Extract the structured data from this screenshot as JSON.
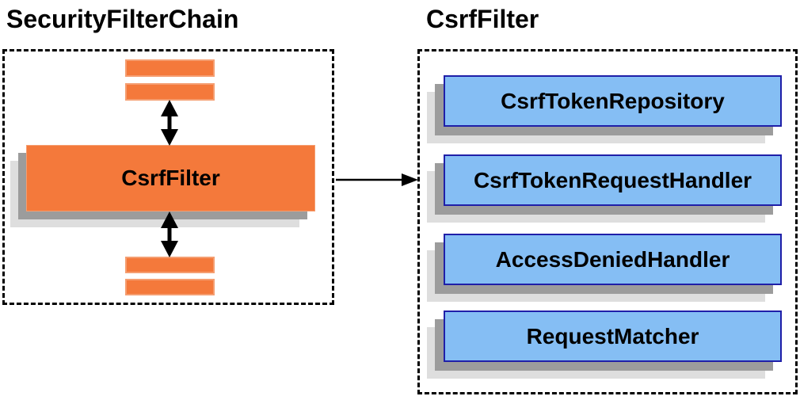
{
  "diagram": {
    "left": {
      "title": "SecurityFilterChain",
      "filter_box_label": "CsrfFilter"
    },
    "right": {
      "title": "CsrfFilter",
      "components": [
        {
          "label": "CsrfTokenRepository"
        },
        {
          "label": "CsrfTokenRequestHandler"
        },
        {
          "label": "AccessDeniedHandler"
        },
        {
          "label": "RequestMatcher"
        }
      ]
    },
    "colors": {
      "orange_fill": "#F4793B",
      "orange_border": "#F59E71",
      "blue_fill": "#85BEF4",
      "blue_border": "#1F1FA8",
      "shadow_dark": "#9C9C9C",
      "shadow_light": "#DEDEDE",
      "outline_and_arrows": "#000000",
      "background": "#FFFFFF"
    }
  }
}
